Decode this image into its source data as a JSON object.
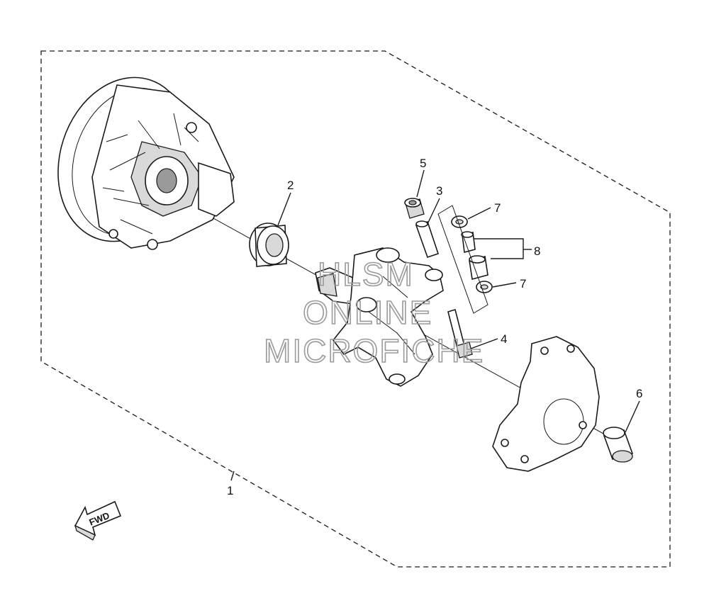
{
  "callouts": [
    {
      "id": "1",
      "label": "1"
    },
    {
      "id": "2",
      "label": "2"
    },
    {
      "id": "3",
      "label": "3"
    },
    {
      "id": "4",
      "label": "4"
    },
    {
      "id": "5",
      "label": "5"
    },
    {
      "id": "6",
      "label": "6"
    },
    {
      "id": "7a",
      "label": "7"
    },
    {
      "id": "7b",
      "label": "7"
    },
    {
      "id": "8",
      "label": "8"
    }
  ],
  "direction_arrow": {
    "label": "FWD"
  },
  "watermark": {
    "line1": "HLSM",
    "line2": "ONLINE",
    "line3": "MICROFICHE"
  }
}
